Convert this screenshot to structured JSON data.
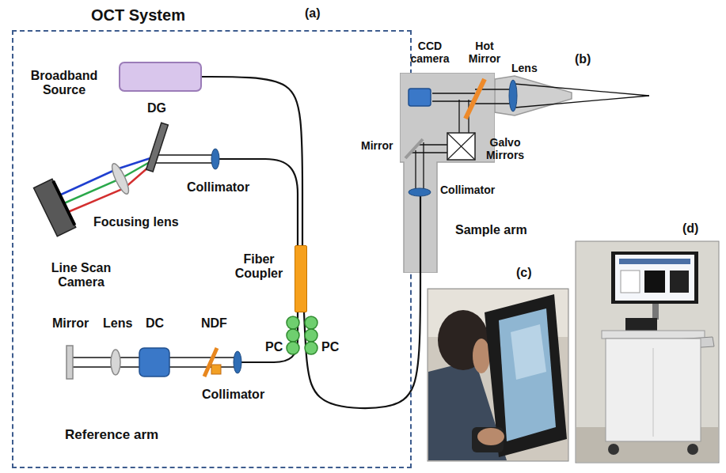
{
  "diagram": {
    "nodes": [
      {
        "text": [
          "OCT System"
        ]
      },
      {
        "text": [
          "Broadband Source"
        ],
        "in": 0
      },
      {
        "text": [
          "Fiber Coupler"
        ],
        "in": 0
      },
      {
        "text": [
          "Sample arm"
        ]
      }
    ],
    "edges": [
      {
        "from": 1,
        "to": 2,
        "arrow": "none"
      },
      {
        "from": 2,
        "to": 3,
        "arrow": "none"
      }
    ],
    "labels": [
      "(a)",
      "DG",
      "Collimator",
      "Focusing lens",
      "Line Scan Camera",
      "PC",
      "PC",
      "Mirror",
      "Lens",
      "DC",
      "NDF",
      "Collimator",
      "Reference arm",
      "(b)",
      "CCD camera",
      "Hot Mirror",
      "Lens",
      "Galvo Mirrors",
      "Mirror",
      "Collimator",
      "(c)",
      "(d)"
    ]
  }
}
